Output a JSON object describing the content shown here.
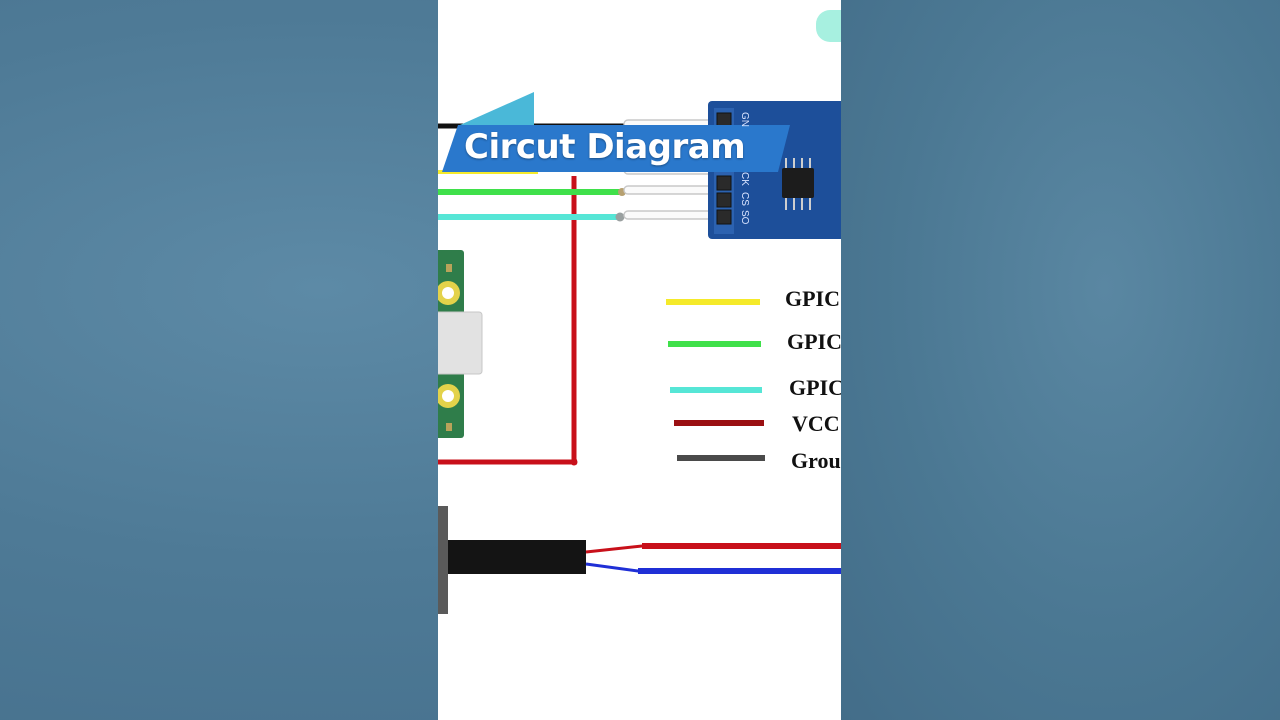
{
  "banner": {
    "title": "Circut Diagram"
  },
  "module_pins": [
    "GN",
    "CK",
    "CS",
    "SO"
  ],
  "legend": [
    {
      "label": "GPIC",
      "color": "#f5ea2a"
    },
    {
      "label": "GPIC",
      "color": "#3fe04a"
    },
    {
      "label": "GPIC",
      "color": "#56e6d6"
    },
    {
      "label": "VCC",
      "color": "#9a0f12"
    },
    {
      "label": "Grou",
      "color": "#4a4a4a"
    }
  ],
  "colors": {
    "wire_black": "#111111",
    "wire_yellow": "#f5ea2a",
    "wire_green": "#3fe04a",
    "wire_cyan": "#56e6d6",
    "wire_red": "#c8101a",
    "wire_blue": "#1f2fd6",
    "module_blue": "#1d4f9a",
    "banner_blue": "#2a78cc",
    "banner_accent": "#4ab8d8"
  }
}
